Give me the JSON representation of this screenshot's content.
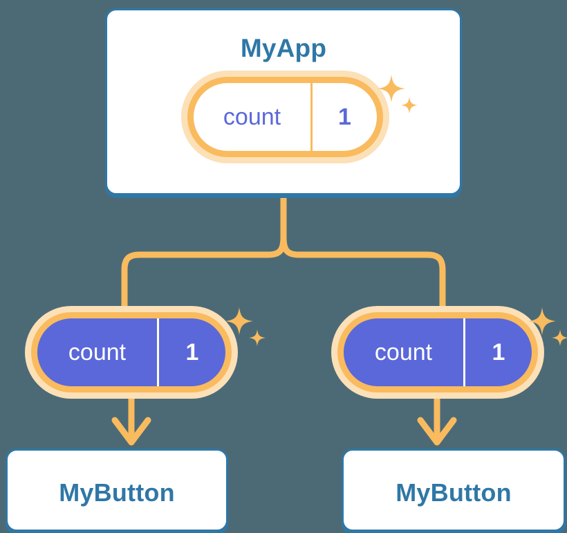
{
  "diagram": {
    "title": "MyApp component tree with shared count state",
    "background_color": "#4c6a76",
    "colors": {
      "card_border": "#2f77a6",
      "card_fill": "#ffffff",
      "title_text": "#2f77a6",
      "pill_ring": "#f9bb5e",
      "pill_halo": "#fce0b7",
      "pill_leaf_fill": "#5b68da",
      "state_text_root": "#5b68da",
      "state_text_leaf": "#ffffff",
      "connector": "#f9bb5e",
      "sparkle": "#f9bb5e"
    }
  },
  "root": {
    "card_label": "MyApp",
    "state": {
      "key": "count",
      "value": "1"
    },
    "sparkle_icon": "sparkle-icon"
  },
  "children": [
    {
      "card_label": "MyButton",
      "state": {
        "key": "count",
        "value": "1"
      },
      "sparkle_icon": "sparkle-icon"
    },
    {
      "card_label": "MyButton",
      "state": {
        "key": "count",
        "value": "1"
      },
      "sparkle_icon": "sparkle-icon"
    }
  ],
  "connectors": {
    "trunk_icon": "branch-line",
    "arrow_icon": "arrow-down-icon"
  }
}
